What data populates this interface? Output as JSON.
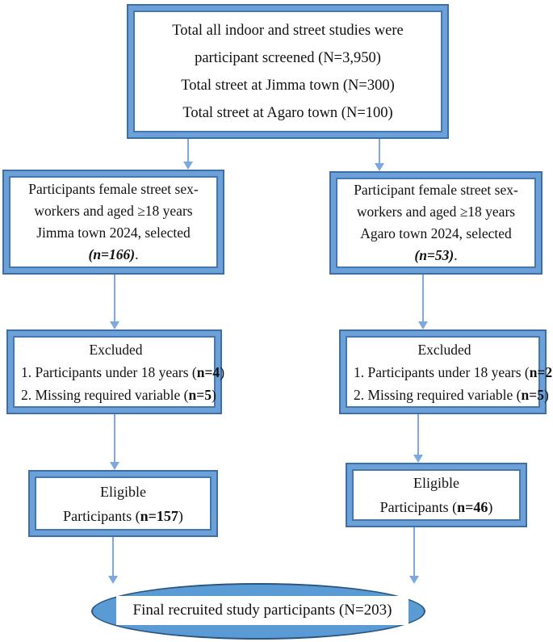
{
  "colors": {
    "band": "#6ba1d8",
    "edge": "#3d6fa5",
    "inner-edge": "#4377ad",
    "arrow": "#7ca9e0",
    "oval-fill": "#5b9bd5",
    "oval-edge": "#2a567f",
    "text": "#111111"
  },
  "flow": {
    "screened": {
      "lines": [
        "Total all indoor and street studies were",
        "participant screened (N=3,950)",
        "Total street at Jimma town (N=300)",
        "Total street at Agaro town (N=100)"
      ]
    },
    "jimma_selected": {
      "lines": [
        "Participants female street sex-",
        "workers and aged ≥18 years",
        "Jimma town 2024, selected"
      ],
      "n_bold": "(n=166)",
      "suffix": "."
    },
    "agaro_selected": {
      "lines": [
        "Participant female street sex-",
        "workers and aged ≥18 years",
        "Agaro town 2024, selected"
      ],
      "n_bold": "(n=53)",
      "suffix": "."
    },
    "jimma_excluded": {
      "title": "Excluded",
      "items": [
        {
          "text": "1. Participants under 18 years (",
          "n": "n=4",
          "close": ")"
        },
        {
          "text": "2. Missing required variable (",
          "n": "n=5",
          "close": ")"
        }
      ]
    },
    "agaro_excluded": {
      "title": "Excluded",
      "items": [
        {
          "text": "1. Participants under 18 years (",
          "n": "n=2",
          "close": ")"
        },
        {
          "text": "2. Missing required variable (",
          "n": "n=5",
          "close": ")"
        }
      ]
    },
    "jimma_eligible": {
      "title": "Eligible",
      "pre": "Participants (",
      "n": "n=157",
      "close": ")"
    },
    "agaro_eligible": {
      "title": "Eligible",
      "pre": "Participants (",
      "n": "n=46",
      "close": ")"
    },
    "final": {
      "text": "Final recruited study participants (N=203)"
    }
  }
}
